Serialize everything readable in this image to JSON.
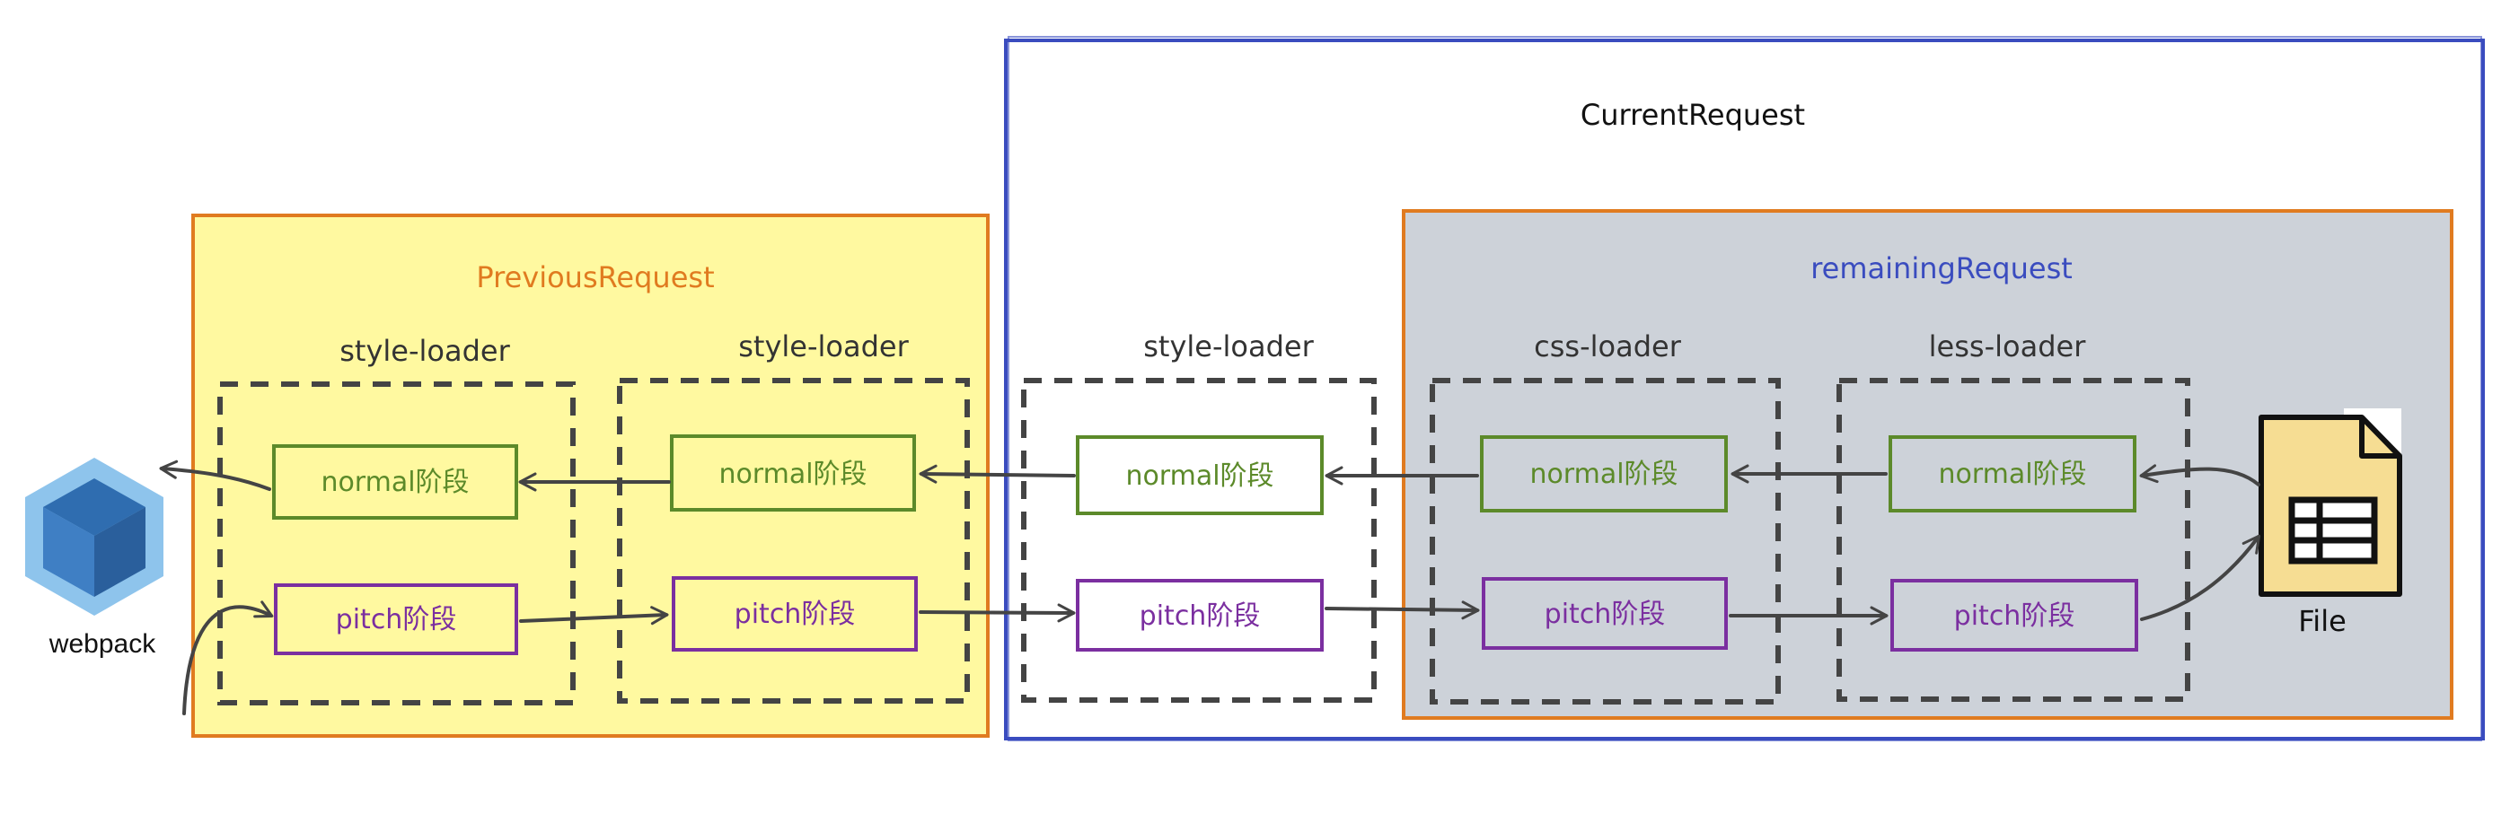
{
  "regions": {
    "current_request": "CurrentRequest",
    "previous_request": "PreviousRequest",
    "remaining_request": "remainingRequest"
  },
  "entry": {
    "label": "webpack"
  },
  "resource": {
    "label": "File"
  },
  "loaders": [
    {
      "name": "style-loader",
      "normal": "normal阶段",
      "pitch": "pitch阶段"
    },
    {
      "name": "style-loader",
      "normal": "normal阶段",
      "pitch": "pitch阶段"
    },
    {
      "name": "style-loader",
      "normal": "normal阶段",
      "pitch": "pitch阶段"
    },
    {
      "name": "css-loader",
      "normal": "normal阶段",
      "pitch": "pitch阶段"
    },
    {
      "name": "less-loader",
      "normal": "normal阶段",
      "pitch": "pitch阶段"
    }
  ],
  "colors": {
    "previous_fill": "#fff9a0",
    "previous_border": "#e07b20",
    "previous_title": "#e07b20",
    "current_border": "#3a4cbf",
    "remaining_fill": "#cdd2d9",
    "remaining_border": "#e07b20",
    "remaining_title": "#3a4cbf",
    "normal": "#5c8a2a",
    "pitch": "#7b2fa0",
    "dashed": "#444444",
    "arrow": "#444444",
    "file_fill": "#f6dd93",
    "webpack_dark": "#2f6db0",
    "webpack_light": "#8ec4ec"
  }
}
